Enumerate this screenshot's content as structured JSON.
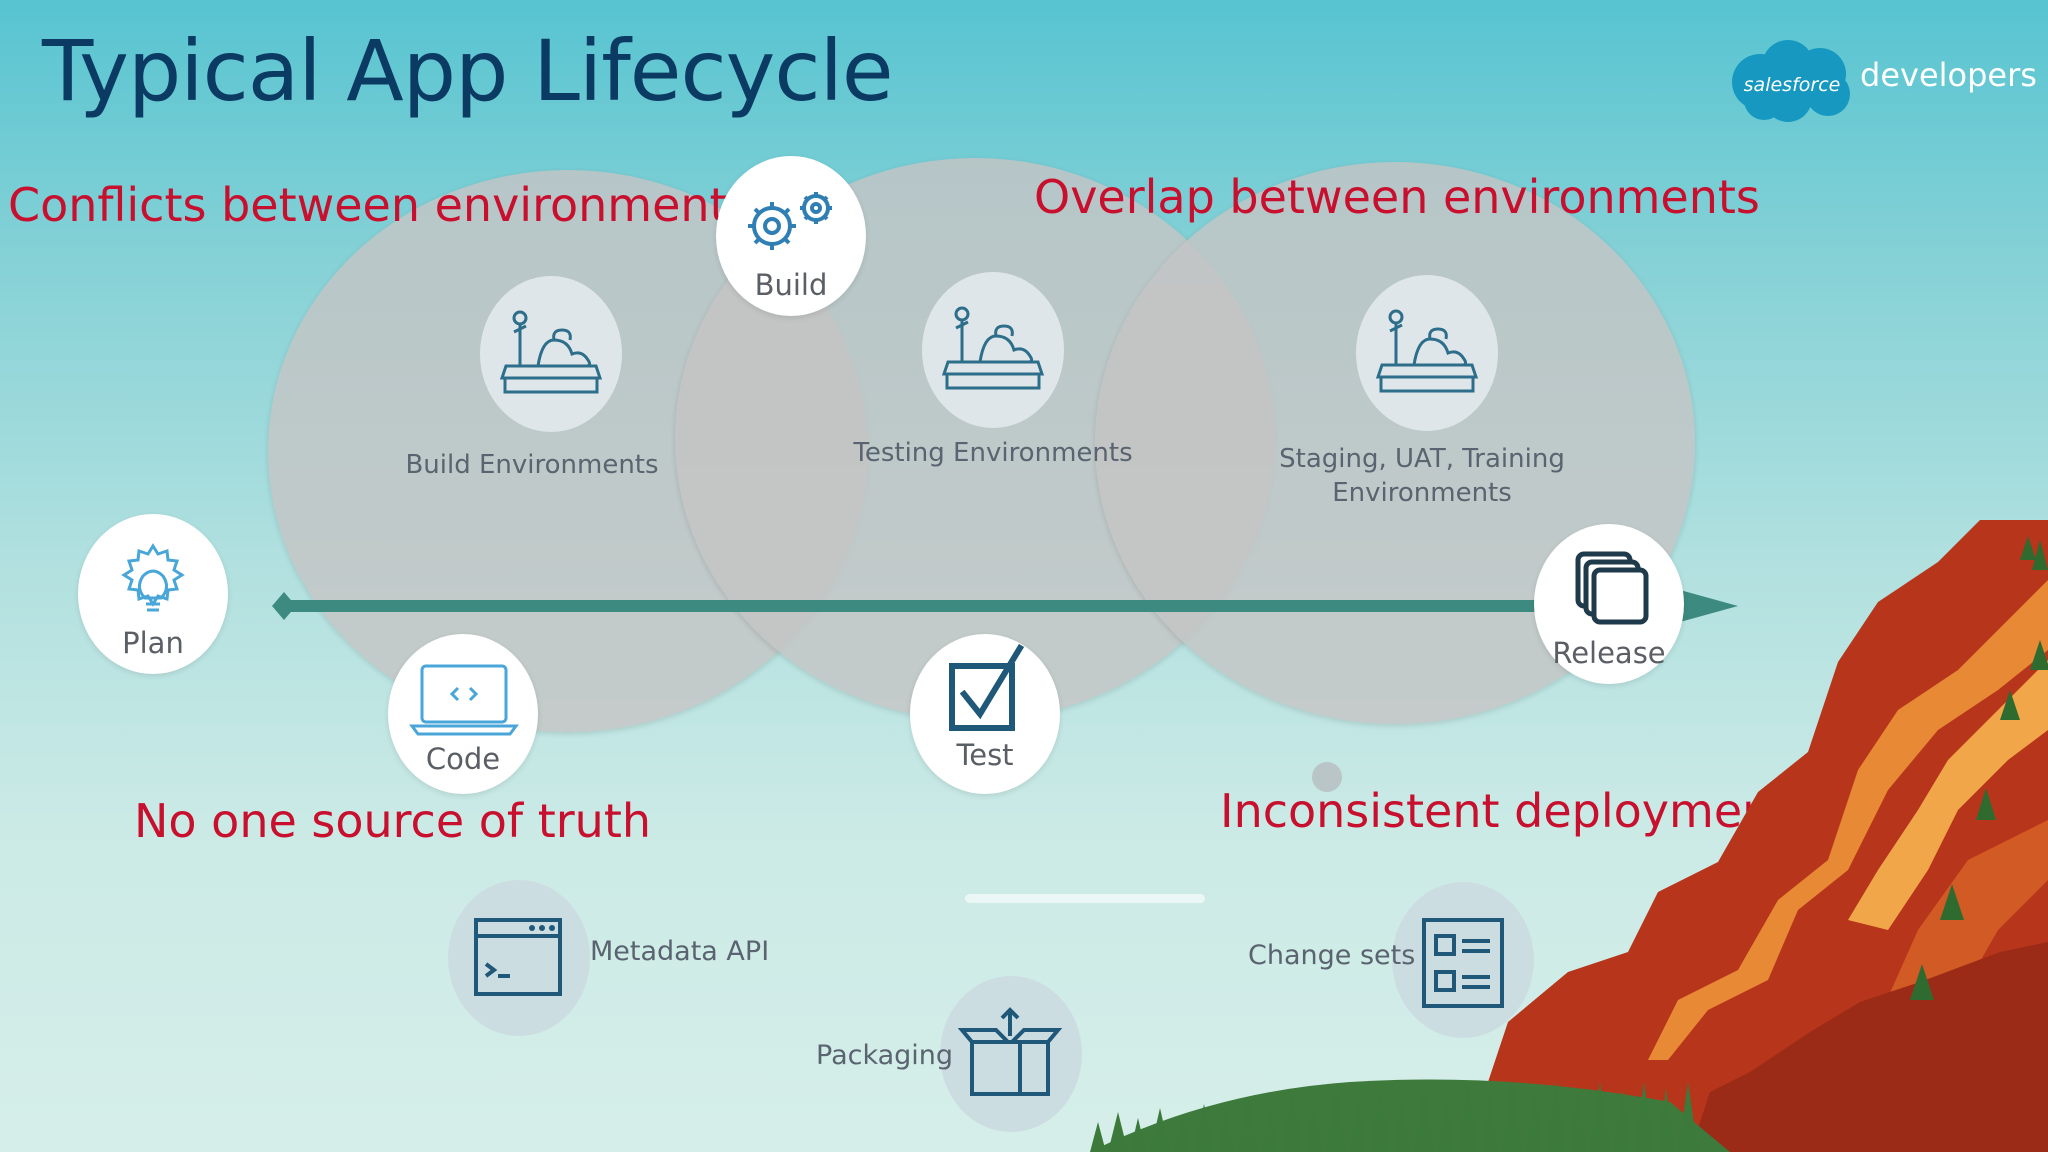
{
  "slide": {
    "title": "Typical App Lifecycle"
  },
  "brand": {
    "logo_text": "salesforce",
    "suffix": "developers"
  },
  "callouts": {
    "conflicts": "Conflicts between environments",
    "overlap": "Overlap between environments",
    "no_source": "No one source of truth",
    "inconsistent": "Inconsistent deployments"
  },
  "environments": [
    {
      "label": "Build Environments",
      "icon": "sandbox-icon"
    },
    {
      "label": "Testing Environments",
      "icon": "sandbox-icon"
    },
    {
      "label": "Staging, UAT, Training Environments",
      "icon": "sandbox-icon"
    }
  ],
  "stages": {
    "plan": "Plan",
    "code": "Code",
    "build": "Build",
    "test": "Test",
    "release": "Release"
  },
  "tools": {
    "metadata_api": "Metadata API",
    "packaging": "Packaging",
    "change_sets": "Change sets"
  },
  "colors": {
    "title": "#0b3a63",
    "callout": "#c8102e",
    "timeline": "#3d8a80",
    "icon_blue": "#2f7fb5",
    "icon_dark": "#1f5878"
  }
}
